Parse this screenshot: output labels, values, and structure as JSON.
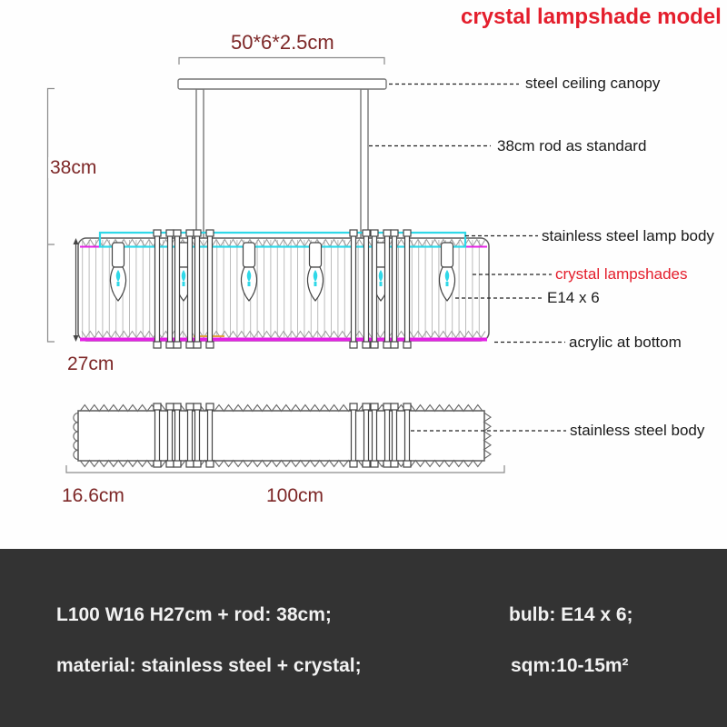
{
  "title": "crystal lampshade model",
  "diagram": {
    "canopy_dim": "50*6*2.5cm",
    "rod_height": "38cm",
    "body_height": "27cm",
    "body_width": "16.6cm",
    "body_length": "100cm",
    "labels": {
      "canopy": "steel ceiling canopy",
      "rod": "38cm rod as standard",
      "lamp_body": "stainless steel lamp body",
      "shades": "crystal lampshades",
      "bulb": "E14 x 6",
      "acrylic": "acrylic at bottom",
      "steel_body": "stainless steel body"
    }
  },
  "specs": {
    "size": "L100 W16 H27cm + rod: 38cm;",
    "bulb": "bulb: E14 x 6;",
    "material": "material: stainless steel + crystal;",
    "sqm": "sqm:10-15m²"
  },
  "colors": {
    "accent_red": "#e41e2c",
    "dimension_red": "#7d2727",
    "crystal_cyan": "#2fd8e8",
    "acrylic_magenta": "#e521e5",
    "panel_bg": "#333333"
  }
}
